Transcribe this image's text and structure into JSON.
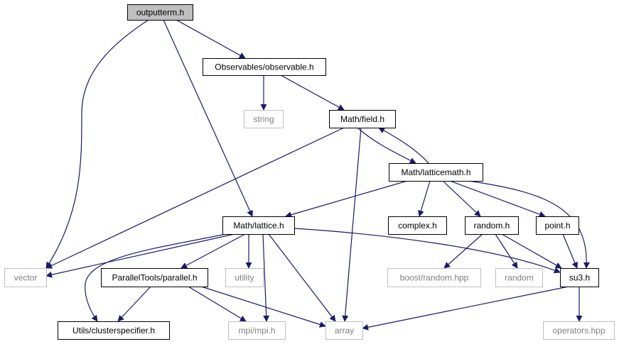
{
  "colors": {
    "edge": "#191970",
    "node_border": "#000000",
    "external_border": "#bfbfbf",
    "external_text": "#808080",
    "root_fill": "#bfbfbf",
    "background": "#ffffff"
  },
  "nodes": [
    {
      "id": "outputterm",
      "label": "outputterm.h",
      "kind": "root"
    },
    {
      "id": "observable",
      "label": "Observables/observable.h",
      "kind": "local"
    },
    {
      "id": "string",
      "label": "string",
      "kind": "external"
    },
    {
      "id": "field",
      "label": "Math/field.h",
      "kind": "local"
    },
    {
      "id": "latticemath",
      "label": "Math/latticemath.h",
      "kind": "local"
    },
    {
      "id": "lattice",
      "label": "Math/lattice.h",
      "kind": "local"
    },
    {
      "id": "complex",
      "label": "complex.h",
      "kind": "local"
    },
    {
      "id": "random_h",
      "label": "random.h",
      "kind": "local"
    },
    {
      "id": "point",
      "label": "point.h",
      "kind": "local"
    },
    {
      "id": "vector",
      "label": "vector",
      "kind": "external"
    },
    {
      "id": "utility",
      "label": "utility",
      "kind": "external"
    },
    {
      "id": "parallel",
      "label": "ParallelTools/parallel.h",
      "kind": "local"
    },
    {
      "id": "boostrandom",
      "label": "boost/random.hpp",
      "kind": "external"
    },
    {
      "id": "random",
      "label": "random",
      "kind": "external"
    },
    {
      "id": "su3",
      "label": "su3.h",
      "kind": "local"
    },
    {
      "id": "clusterspecifier",
      "label": "Utils/clusterspecifier.h",
      "kind": "local"
    },
    {
      "id": "mpi",
      "label": "mpi/mpi.h",
      "kind": "external"
    },
    {
      "id": "array",
      "label": "array",
      "kind": "external"
    },
    {
      "id": "operators",
      "label": "operators.hpp",
      "kind": "external"
    }
  ],
  "edges": [
    [
      "outputterm",
      "observable"
    ],
    [
      "outputterm",
      "vector"
    ],
    [
      "outputterm",
      "lattice"
    ],
    [
      "observable",
      "string"
    ],
    [
      "observable",
      "field"
    ],
    [
      "field",
      "latticemath"
    ],
    [
      "latticemath",
      "field"
    ],
    [
      "field",
      "vector"
    ],
    [
      "field",
      "array"
    ],
    [
      "latticemath",
      "lattice"
    ],
    [
      "latticemath",
      "complex"
    ],
    [
      "latticemath",
      "random_h"
    ],
    [
      "latticemath",
      "point"
    ],
    [
      "latticemath",
      "su3"
    ],
    [
      "lattice",
      "vector"
    ],
    [
      "lattice",
      "clusterspecifier"
    ],
    [
      "lattice",
      "parallel"
    ],
    [
      "lattice",
      "utility"
    ],
    [
      "lattice",
      "mpi"
    ],
    [
      "lattice",
      "array"
    ],
    [
      "lattice",
      "su3"
    ],
    [
      "random_h",
      "boostrandom"
    ],
    [
      "random_h",
      "random"
    ],
    [
      "random_h",
      "su3"
    ],
    [
      "point",
      "su3"
    ],
    [
      "parallel",
      "clusterspecifier"
    ],
    [
      "parallel",
      "mpi"
    ],
    [
      "parallel",
      "array"
    ],
    [
      "su3",
      "array"
    ],
    [
      "su3",
      "operators"
    ]
  ]
}
